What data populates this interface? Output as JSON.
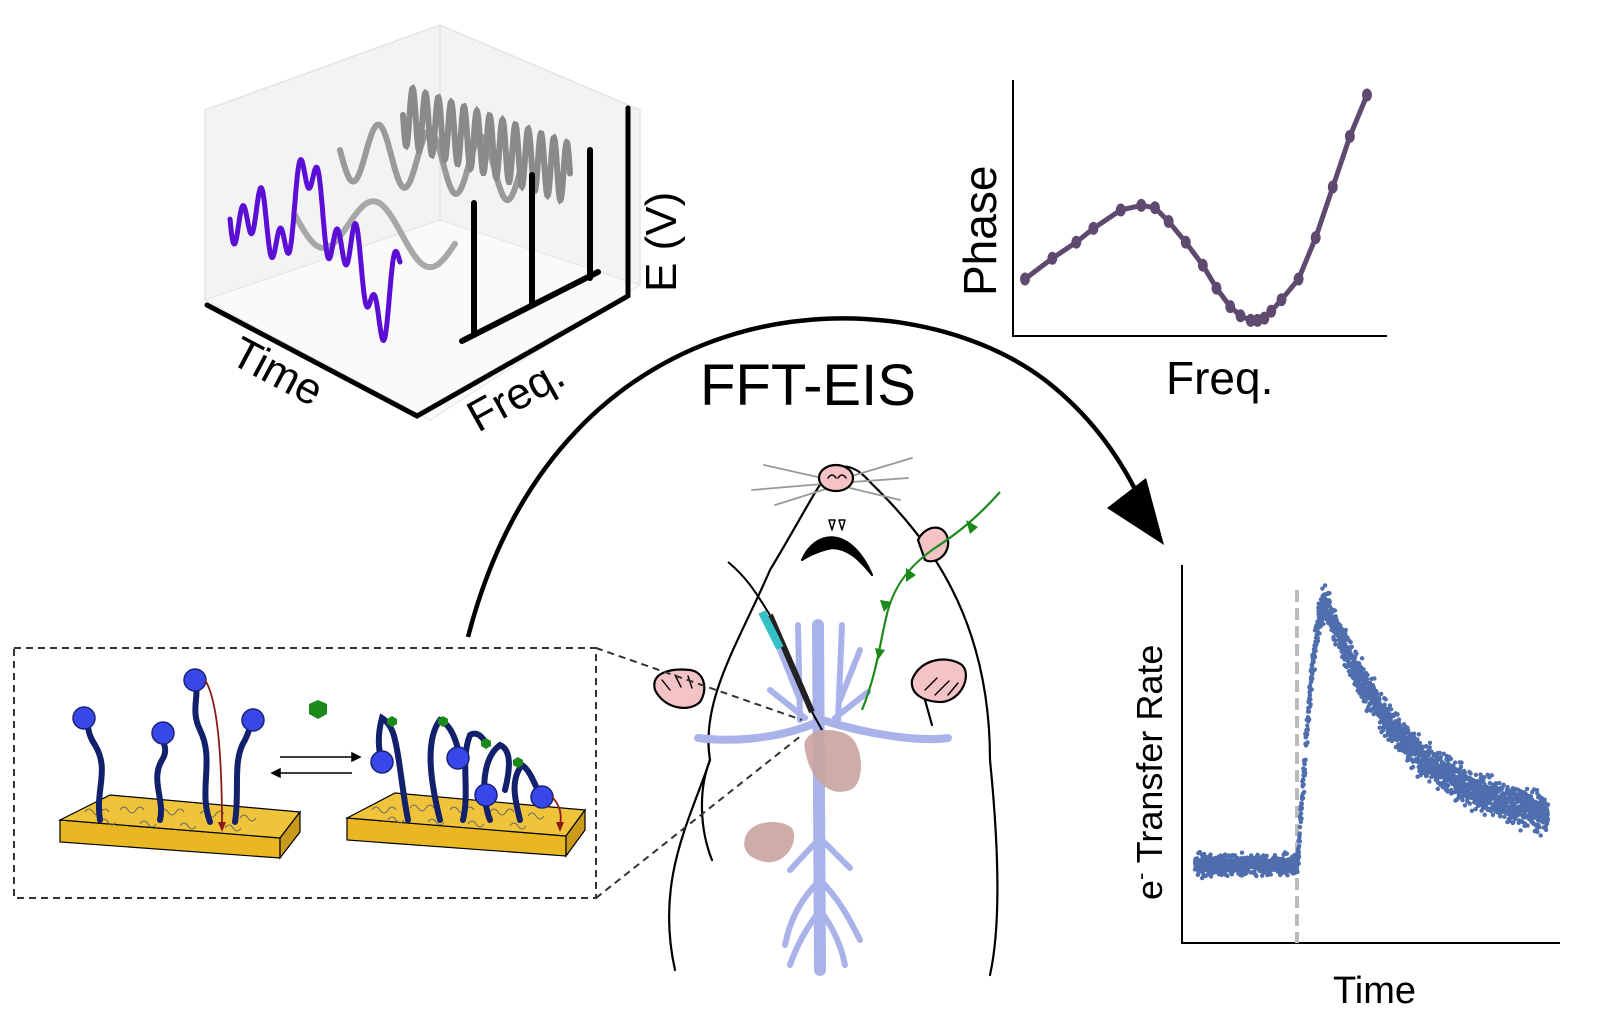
{
  "title": "FFT-EIS",
  "cube": {
    "time_label": "Time",
    "freq_label": "Freq.",
    "potential_label": "E (V)"
  },
  "phase_plot": {
    "ylabel": "Phase",
    "xlabel": "Freq."
  },
  "rate_plot": {
    "ylabel_prefix": "e",
    "ylabel_superscript": "-",
    "ylabel_rest": " Transfer Rate",
    "xlabel": "Time"
  },
  "colors": {
    "excitation_wave": "#5b0fd4",
    "component_waves": "#9a9a9a",
    "phase_curve": "#5e4a6e",
    "rate_points": "#4f6ead",
    "vasculature": "#aab2ea",
    "organ": "#c9a39f",
    "electrode_gold": "#e8b721",
    "aptamer": "#13206b",
    "redox_reporter": "#3848e8",
    "target_molecule": "#1b8a1b",
    "electron_arrow": "#8b1a1a",
    "catheter_tip": "#33c0c7"
  },
  "chart_data": [
    {
      "type": "line",
      "xlabel": "Freq.",
      "ylabel": "Phase",
      "x": [
        0,
        0.08,
        0.15,
        0.2,
        0.28,
        0.34,
        0.38,
        0.42,
        0.47,
        0.52,
        0.56,
        0.6,
        0.63,
        0.66,
        0.68,
        0.7,
        0.72,
        0.75,
        0.8,
        0.85,
        0.9,
        0.95,
        1.0
      ],
      "y": [
        0.2,
        0.29,
        0.36,
        0.42,
        0.5,
        0.52,
        0.51,
        0.45,
        0.36,
        0.26,
        0.16,
        0.08,
        0.04,
        0.02,
        0.02,
        0.03,
        0.06,
        0.11,
        0.2,
        0.38,
        0.6,
        0.82,
        1.0
      ],
      "xlim": [
        0,
        1
      ],
      "ylim": [
        0,
        1
      ]
    },
    {
      "type": "scatter",
      "xlabel": "Time",
      "ylabel": "e- Transfer Rate",
      "baseline": 0.2,
      "injection_time": 0.29,
      "peak_time": 0.37,
      "peak": 0.95,
      "decay_end": 0.3,
      "xlim": [
        0,
        1
      ],
      "ylim": [
        0,
        1
      ]
    }
  ]
}
